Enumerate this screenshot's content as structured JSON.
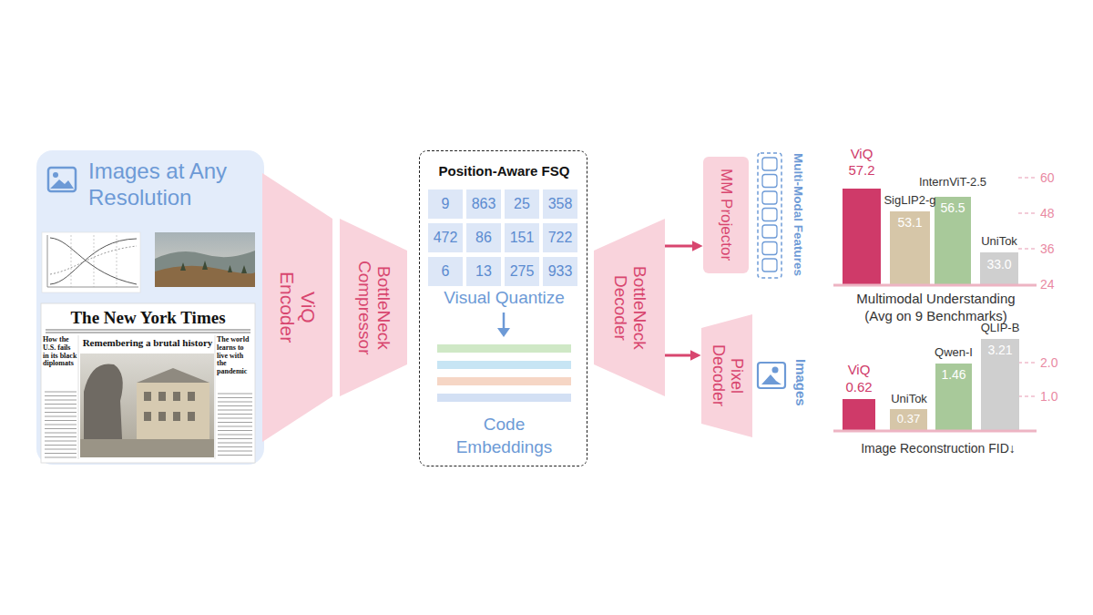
{
  "diagram": {
    "nodes": [
      {
        "text": [
          "Images at Any Resolution"
        ]
      },
      {
        "text": [
          "ViQ Encoder"
        ]
      },
      {
        "text": [
          "BottleNeck Compressor"
        ]
      },
      {
        "text": [
          "Position-Aware FSQ",
          "Visual Quantize",
          "Code Embeddings"
        ]
      },
      {
        "text": [
          "9"
        ],
        "in": 3
      },
      {
        "text": [
          "863"
        ],
        "in": 3
      },
      {
        "text": [
          "25"
        ],
        "in": 3
      },
      {
        "text": [
          "358"
        ],
        "in": 3
      },
      {
        "text": [
          "472"
        ],
        "in": 3
      },
      {
        "text": [
          "86"
        ],
        "in": 3
      },
      {
        "text": [
          "151"
        ],
        "in": 3
      },
      {
        "text": [
          "722"
        ],
        "in": 3
      },
      {
        "text": [
          "6"
        ],
        "in": 3
      },
      {
        "text": [
          "13"
        ],
        "in": 3
      },
      {
        "text": [
          "275"
        ],
        "in": 3
      },
      {
        "text": [
          "933"
        ],
        "in": 3
      },
      {
        "text": [
          "BottleNeck Decoder"
        ]
      },
      {
        "text": [
          "MM Projector"
        ]
      },
      {
        "text": [
          "Pixel Decoder"
        ]
      }
    ],
    "edges": [
      {
        "from": 16,
        "to": 17,
        "arrow": "to"
      },
      {
        "from": 16,
        "to": 18,
        "arrow": "to"
      }
    ],
    "labels": [
      "The New York Times",
      "Remembering a brutal history",
      "How the U.S. fails in its black diplomats",
      "The world learns to live with the pandemic",
      "Multi-Modal Features",
      "Images",
      "ViQ",
      "57.2",
      "SigLIP2-g",
      "53.1",
      "InternViT-2.5",
      "56.5",
      "UniTok",
      "33.0",
      "60",
      "48",
      "36",
      "24",
      "Multimodal Understanding (Avg on 9 Benchmarks)",
      "ViQ",
      "0.62",
      "UniTok",
      "0.37",
      "Qwen-I",
      "1.46",
      "QLIP-B",
      "3.21",
      "2.0",
      "1.0",
      "Image Reconstruction FID↓"
    ]
  }
}
